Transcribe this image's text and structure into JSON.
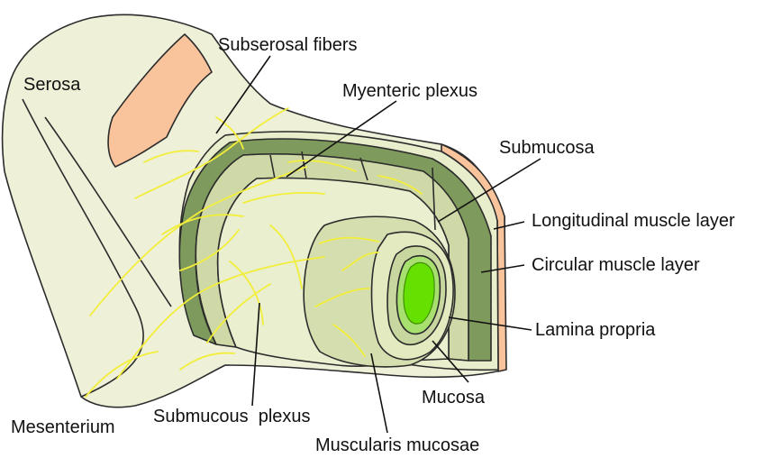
{
  "labels": {
    "serosa": "Serosa",
    "subserosal_fibers": "Subserosal fibers",
    "myenteric_plexus": "Myenteric plexus",
    "submucosa": "Submucosa",
    "longitudinal_muscle_layer": "Longitudinal muscle layer",
    "circular_muscle_layer": "Circular muscle layer",
    "lamina_propria": "Lamina propria",
    "mucosa": "Mucosa",
    "muscularis_mucosae": "Muscularis mucosae",
    "submucous_plexus": "Submucous  plexus",
    "mesenterium": "Mesenterium"
  },
  "colors": {
    "serosa_fill": "#eef0d8",
    "serosa_cut": "#f9c39c",
    "longitudinal_muscle": "#7e9a5c",
    "circular_muscle": "#cfd9a8",
    "submucosa": "#e9efcf",
    "muscularis_mucosae": "#d4deae",
    "mucosa": "#c8d6a0",
    "lamina_propria_lumen": "#66e000",
    "nerve_fibers": "#f2ee3a"
  }
}
